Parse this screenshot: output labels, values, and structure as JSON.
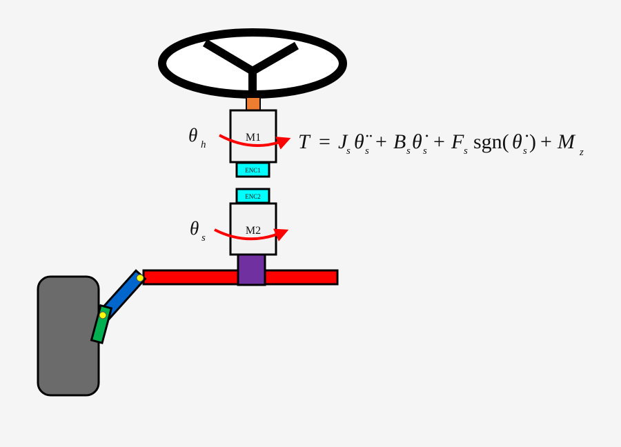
{
  "diagram": {
    "type": "steer-by-wire schematic",
    "components": {
      "steering_wheel": {
        "label": ""
      },
      "motor1": {
        "label": "M1"
      },
      "encoder1": {
        "label": "ENC1"
      },
      "encoder2": {
        "label": "ENC2"
      },
      "motor2": {
        "label": "M2"
      },
      "rack": {
        "label": ""
      },
      "tire": {
        "label": ""
      }
    },
    "angle_labels": {
      "handwheel": {
        "symbol": "θ",
        "subscript": "h"
      },
      "steering": {
        "symbol": "θ",
        "subscript": "s"
      }
    },
    "equation": {
      "lhs": "T",
      "equals": "=",
      "terms": [
        {
          "coef": "J",
          "coef_sub": "s",
          "var": "θ̈",
          "var_sub": "s"
        },
        {
          "op": "+",
          "coef": "B",
          "coef_sub": "s",
          "var": "θ̇",
          "var_sub": "s"
        },
        {
          "op": "+",
          "coef": "F",
          "coef_sub": "s",
          "func": "sgn(",
          "var": "θ̇",
          "var_sub": "s",
          "close": ")"
        },
        {
          "op": "+",
          "coef": "M",
          "coef_sub": "z"
        }
      ]
    },
    "colors": {
      "background": "#f5f5f5",
      "wheel_stroke": "#000000",
      "wheel_fill": "#ffffff",
      "shaft": "#ed7d31",
      "motor_fill": "#f2f2f2",
      "encoder": "#00ffff",
      "coupler": "#7030a0",
      "rack": "#ff0000",
      "tie_rod": "#0066cc",
      "knuckle": "#00b050",
      "joint": "#ffff00",
      "tire": "#6b6b6b",
      "arrow": "#ff0000"
    }
  }
}
